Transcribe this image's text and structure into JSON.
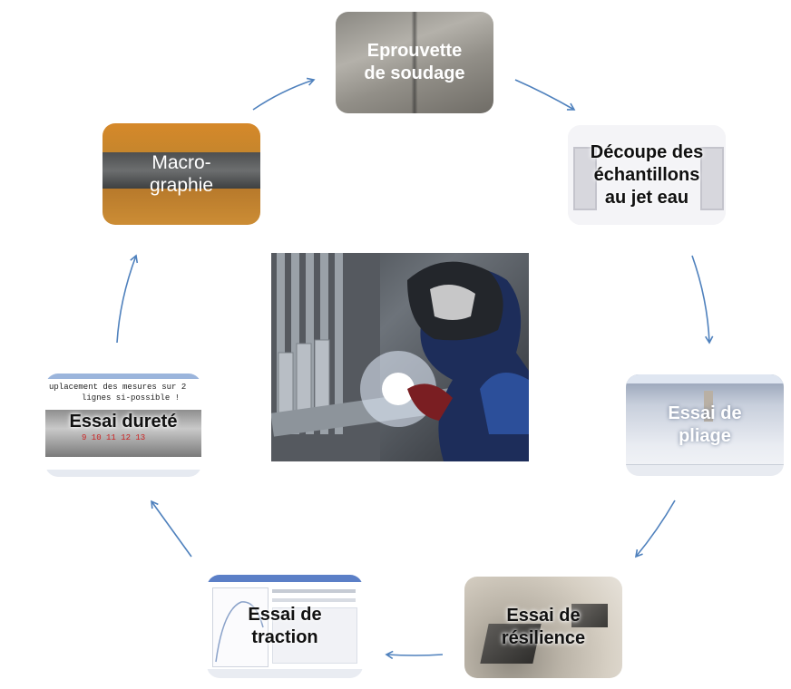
{
  "diagram": {
    "nodes": [
      {
        "id": "soudage",
        "label_line1": "Eprouvette",
        "label_line2": "de soudage"
      },
      {
        "id": "decoupe",
        "label_line1": "Découpe des",
        "label_line2": "échantillons",
        "label_line3": "au jet eau"
      },
      {
        "id": "pliage",
        "label_line1": "Essai de",
        "label_line2": "pliage"
      },
      {
        "id": "resilience",
        "label_line1": "Essai de",
        "label_line2": "résilience"
      },
      {
        "id": "traction",
        "label_line1": "Essai de",
        "label_line2": "traction"
      },
      {
        "id": "durete",
        "label_line1": "Essai dureté"
      },
      {
        "id": "macro",
        "label_line1": "Macro-",
        "label_line2": "graphie"
      }
    ],
    "durete_screen_text_1": "uplacement des mesures sur 2",
    "durete_screen_text_2": "lignes si-possible !",
    "durete_screen_numbers": "9 10 11 12 13",
    "arrow_color": "#4f81bd",
    "center_image": "welder-photo"
  }
}
